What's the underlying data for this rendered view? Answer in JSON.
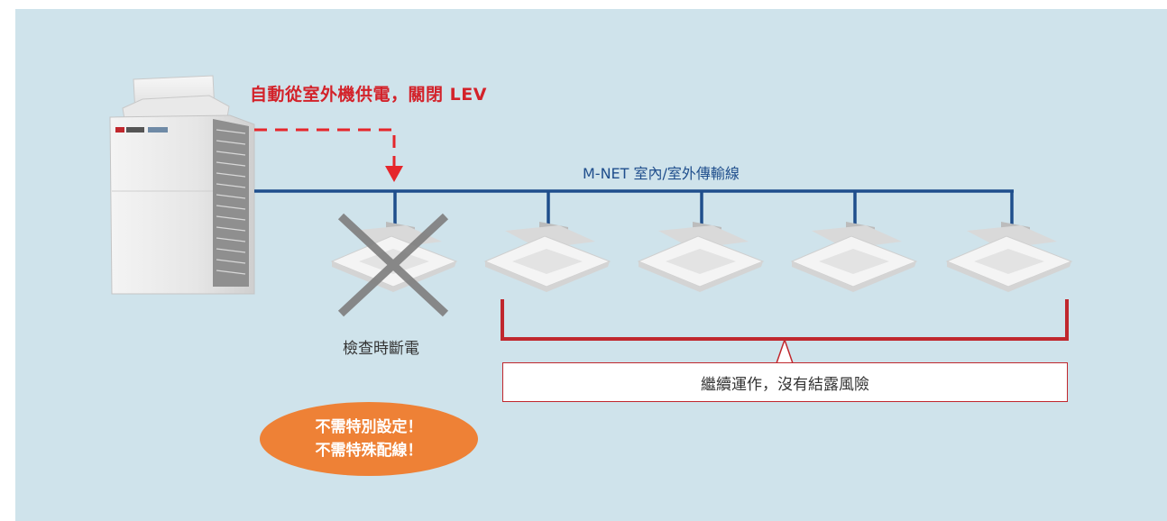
{
  "outdoor_unit": {
    "power_label": "自動從室外機供電，關閉 LEV"
  },
  "transmission": {
    "label": "M-NET 室內/室外傳輸線"
  },
  "indoor_units": {
    "count": 5,
    "disconnected_index": 0,
    "disconnected_label": "檢查時斷電",
    "continuing_label": "繼續運作，沒有結露風險"
  },
  "callout": {
    "line1": "不需特別設定！",
    "line2": "不需特殊配線！"
  },
  "colors": {
    "background": "#cfe3eb",
    "transmission_line": "#1f4e8c",
    "power_arrow": "#e5262b",
    "bracket": "#c0272d",
    "callout": "#ee8136",
    "cross": "#808080"
  }
}
